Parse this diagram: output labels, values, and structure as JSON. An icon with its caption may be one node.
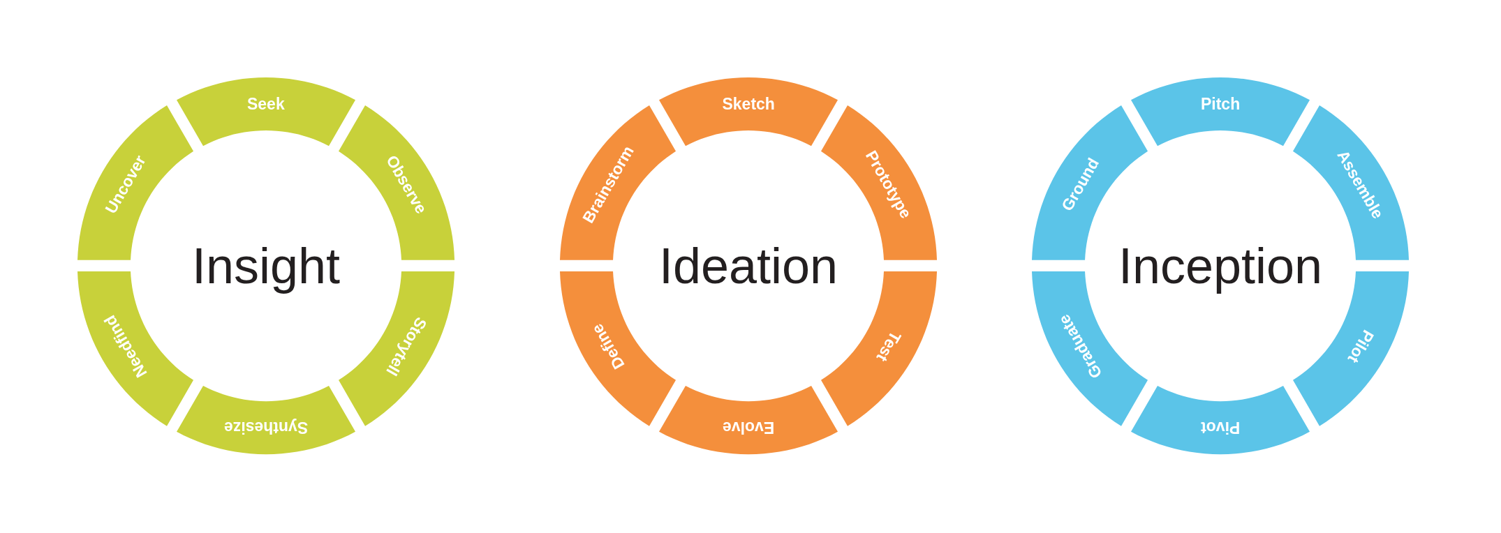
{
  "diagram": {
    "nodes": [
      {
        "text": [
          "Insight"
        ]
      },
      {
        "text": [
          "Seek"
        ],
        "in": 0
      },
      {
        "text": [
          "Observe"
        ],
        "in": 0
      },
      {
        "text": [
          "Storytell"
        ],
        "in": 0
      },
      {
        "text": [
          "Synthesize"
        ],
        "in": 0
      },
      {
        "text": [
          "Needfind"
        ],
        "in": 0
      },
      {
        "text": [
          "Uncover"
        ],
        "in": 0
      },
      {
        "text": [
          "Ideation"
        ]
      },
      {
        "text": [
          "Sketch"
        ],
        "in": 7
      },
      {
        "text": [
          "Prototype"
        ],
        "in": 7
      },
      {
        "text": [
          "Test"
        ],
        "in": 7
      },
      {
        "text": [
          "Evolve"
        ],
        "in": 7
      },
      {
        "text": [
          "Define"
        ],
        "in": 7
      },
      {
        "text": [
          "Brainstorm"
        ],
        "in": 7
      },
      {
        "text": [
          "Inception"
        ]
      },
      {
        "text": [
          "Pitch"
        ],
        "in": 14
      },
      {
        "text": [
          "Assemble"
        ],
        "in": 14
      },
      {
        "text": [
          "Pilot"
        ],
        "in": 14
      },
      {
        "text": [
          "Pivot"
        ],
        "in": 14
      },
      {
        "text": [
          "Graduate"
        ],
        "in": 14
      },
      {
        "text": [
          "Ground"
        ],
        "in": 14
      }
    ]
  }
}
